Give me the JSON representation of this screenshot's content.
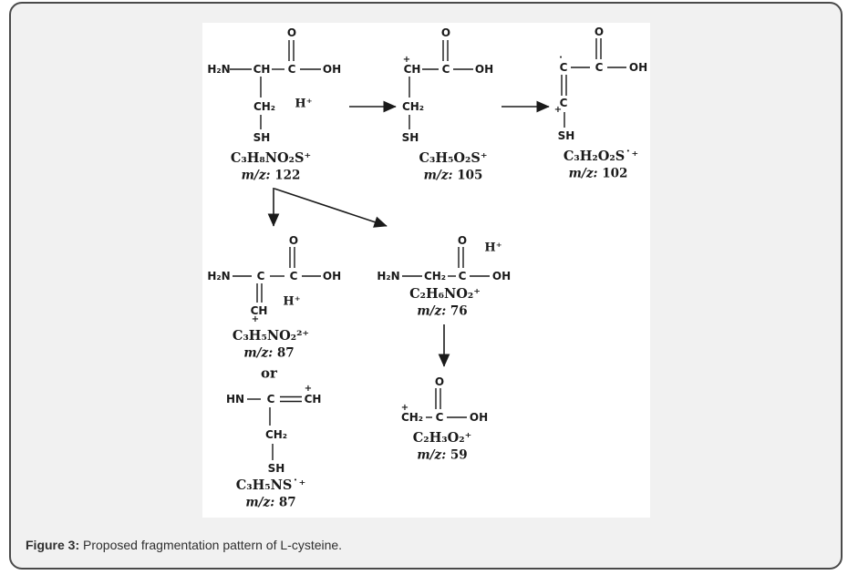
{
  "figure": {
    "caption_label": "Figure 3:",
    "caption_text": " Proposed fragmentation pattern of L-cysteine."
  },
  "scheme": {
    "or_label": "or",
    "s1": {
      "h2n": "H₂N",
      "ch": "CH",
      "c": "C",
      "oh": "OH",
      "o": "O",
      "ch2": "CH₂",
      "sh": "SH",
      "proton": "H⁺",
      "formula": "C₃H₈NO₂S⁺",
      "mz_label": "m/z:",
      "mz_value": "122"
    },
    "s2": {
      "charge": "+",
      "ch": "CH",
      "c": "C",
      "oh": "OH",
      "o": "O",
      "ch2": "CH₂",
      "sh": "SH",
      "formula": "C₃H₅O₂S⁺",
      "mz_label": "m/z:",
      "mz_value": "105"
    },
    "s3": {
      "dot": "·",
      "charge": "+",
      "c1": "C",
      "c2": "C",
      "oh": "OH",
      "o": "O",
      "c3": "C",
      "sh": "SH",
      "formula": "C₃H₂O₂S˙⁺",
      "mz_label": "m/z:",
      "mz_value": "102"
    },
    "s4": {
      "h2n": "H₂N",
      "c1": "C",
      "c2": "C",
      "oh": "OH",
      "o": "O",
      "ch": "CH",
      "charge": "+",
      "proton": "H⁺",
      "formula": "C₃H₅NO₂²⁺",
      "mz_label": "m/z:",
      "mz_value": "87"
    },
    "s5": {
      "hn": "HN",
      "c": "C",
      "ch": "CH",
      "charge": "+",
      "ch2": "CH₂",
      "sh": "SH",
      "formula": "C₃H₅NS˙⁺",
      "mz_label": "m/z:",
      "mz_value": "87"
    },
    "s6": {
      "h2n": "H₂N",
      "ch2": "CH₂",
      "c": "C",
      "oh": "OH",
      "o": "O",
      "proton": "H⁺",
      "formula": "C₂H₆NO₂⁺",
      "mz_label": "m/z:",
      "mz_value": "76"
    },
    "s7": {
      "charge": "+",
      "ch2": "CH₂",
      "c": "C",
      "oh": "OH",
      "o": "O",
      "formula": "C₂H₃O₂⁺",
      "mz_label": "m/z:",
      "mz_value": "59"
    }
  }
}
